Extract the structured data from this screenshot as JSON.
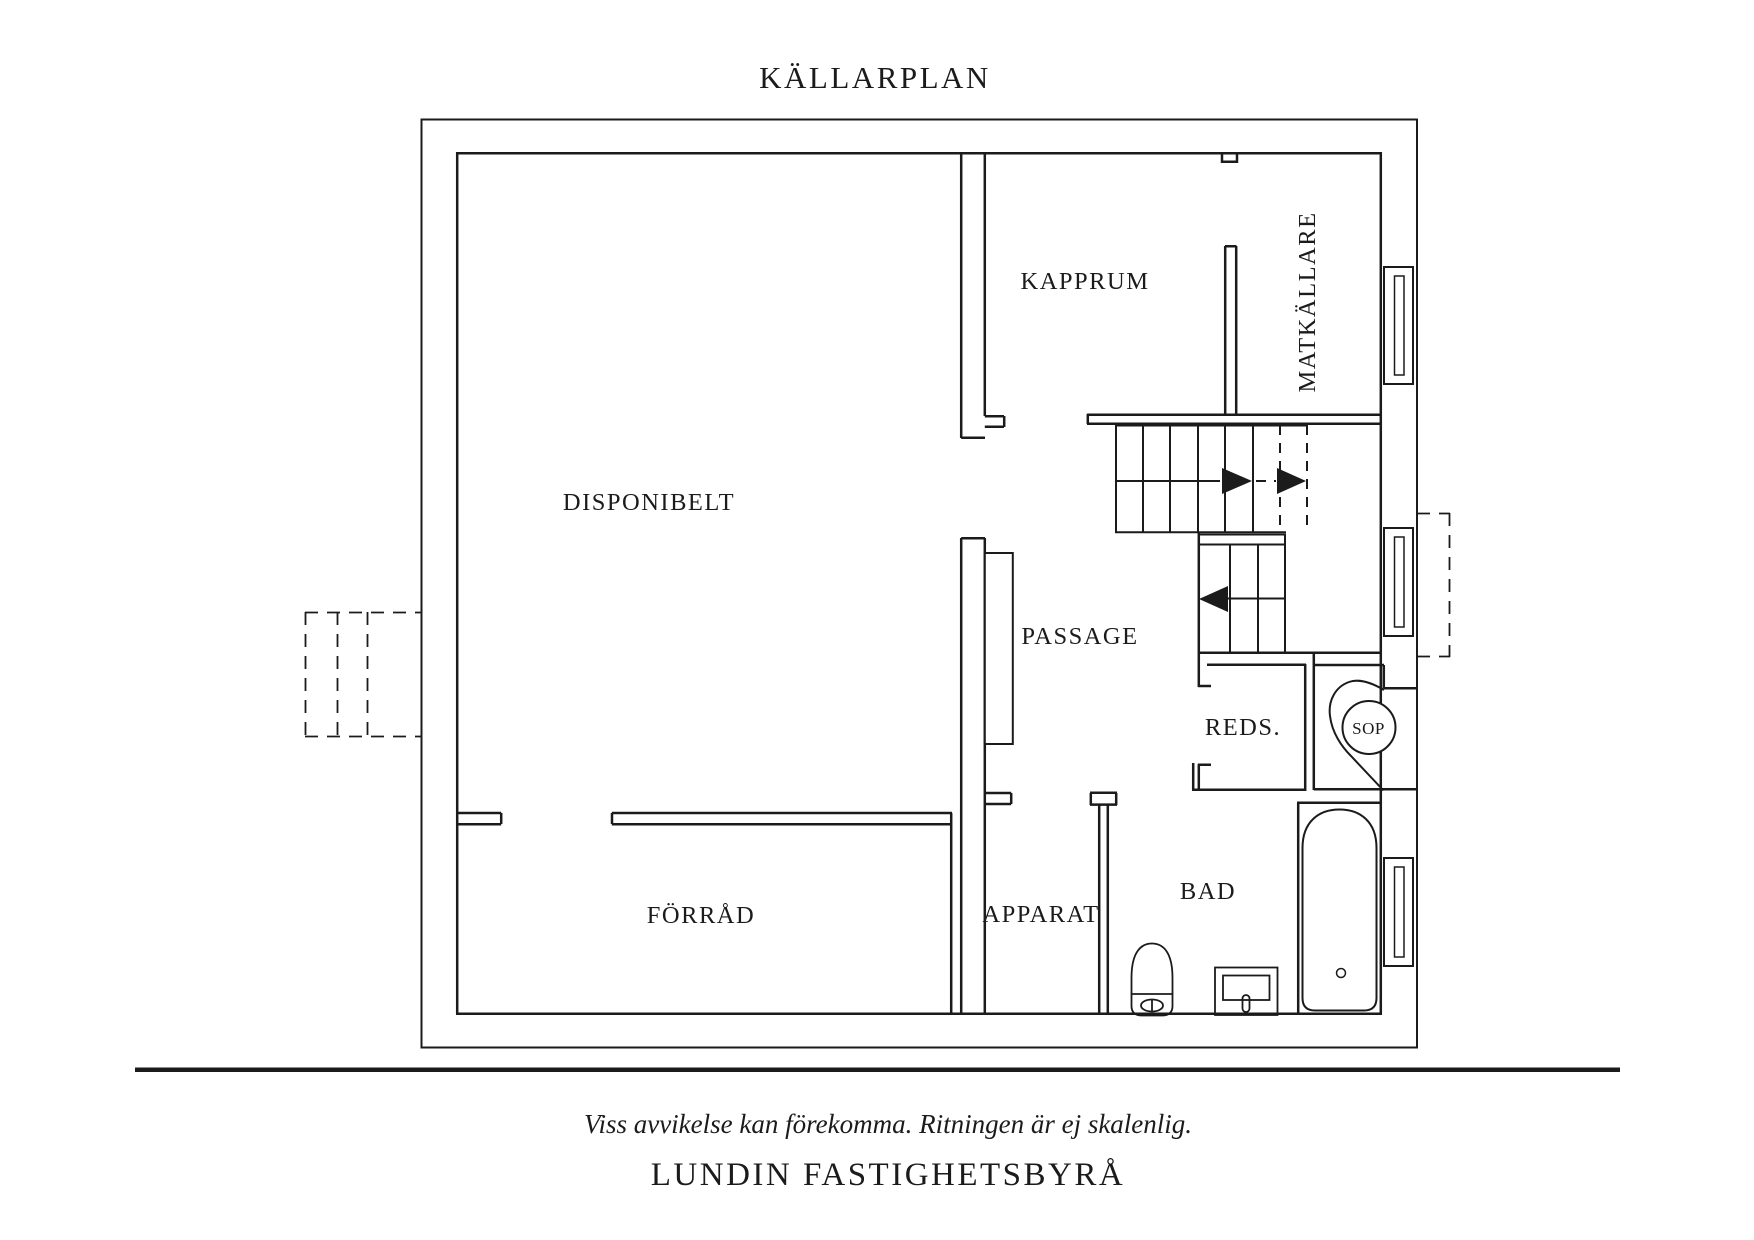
{
  "title": "KÄLLARPLAN",
  "rooms": {
    "disponibelt": "DISPONIBELT",
    "kapprum": "KAPPRUM",
    "matkallare": "MATKÄLLARE",
    "passage": "PASSAGE",
    "reds": "REDS.",
    "sop": "SOP",
    "forrad": "FÖRRÅD",
    "apparat": "APPARAT",
    "bad": "BAD"
  },
  "footer": {
    "disclaimer": "Viss avvikelse kan förekomma. Ritningen är ej skalenlig.",
    "brand": "LUNDIN FASTIGHETSBYRÅ"
  },
  "colors": {
    "ink": "#1b1b1b",
    "background": "#ffffff"
  }
}
